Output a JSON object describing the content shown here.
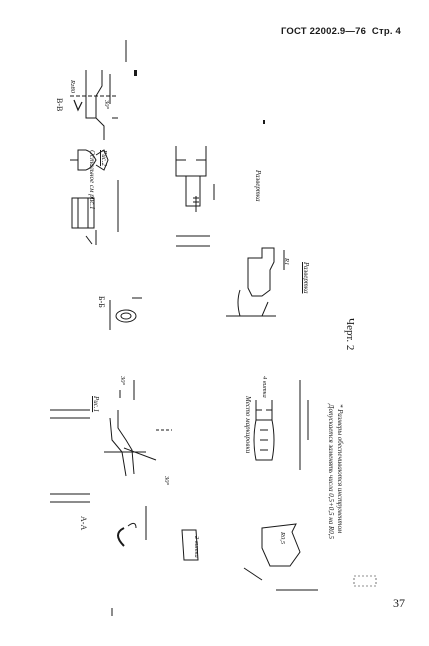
{
  "header": {
    "standard": "ГОСТ 22002.9—76",
    "page_label": "Стр. 4"
  },
  "page_number": "37",
  "figure_caption": "Черт. 2",
  "labels": {
    "ris1": "Рис.1",
    "ris2": "Рис.2",
    "ris2_note": "Остальное см рис.1",
    "razvertka1": "Развертка",
    "razvertka2": "Развертка",
    "mesto_markirovki": "Место маркировки",
    "section_aa": "А-А",
    "section_bb": "Б-Б",
    "section_vv": "В-В",
    "dva_vitka": "2 витка",
    "chetyre_vitka": "4 витка",
    "roughness": "Rz80",
    "angle_30_a": "30°",
    "angle_30_b": "30°",
    "angle_30_c": "30°",
    "radius_r05": "R0,5",
    "radius_r1": "R1",
    "note_line1": "* Размеры обеспечиваются инструментом",
    "note_line2": "Допускается заменять числа 0,5+0,5 на R0,5"
  }
}
